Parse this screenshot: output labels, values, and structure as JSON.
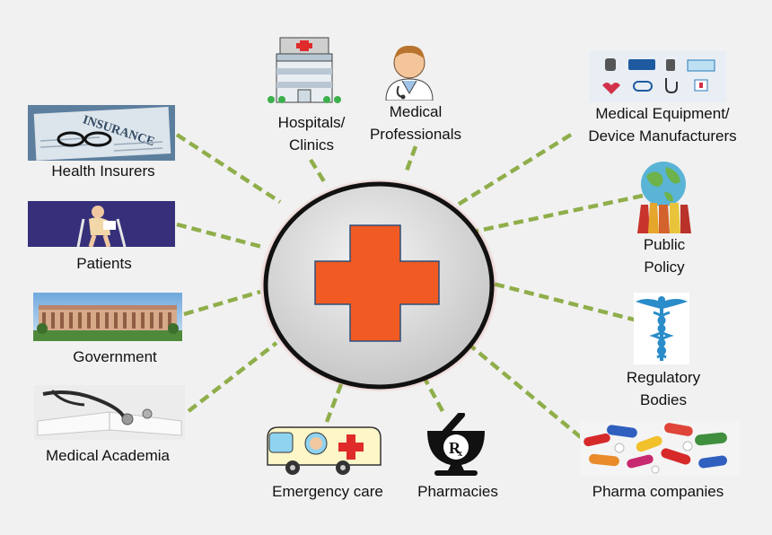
{
  "hub": {
    "icon": "red-cross-icon",
    "cross_color": "#f15a22",
    "ring_color": "#111111",
    "glow_color": "#d9433f"
  },
  "connector_color": "#8fae4a",
  "stakeholders": {
    "hospitals": {
      "line1": "Hospitals/",
      "line2": "Clinics",
      "icon": "hospital-building-icon"
    },
    "medical_professionals": {
      "line1": "Medical",
      "line2": "Professionals",
      "icon": "doctor-icon"
    },
    "device_manufacturers": {
      "line1": "Medical Equipment/",
      "line2": "Device Manufacturers",
      "icon": "medical-devices-icon"
    },
    "health_insurers": {
      "label": "Health Insurers",
      "icon": "insurance-policy-icon"
    },
    "patients": {
      "label": "Patients",
      "icon": "patient-crutches-icon"
    },
    "government": {
      "label": "Government",
      "icon": "parliament-building-icon"
    },
    "medical_academia": {
      "label": "Medical Academia",
      "icon": "stethoscope-book-icon"
    },
    "emergency_care": {
      "label": "Emergency care",
      "icon": "ambulance-icon"
    },
    "pharmacies": {
      "label": "Pharmacies",
      "icon": "rx-mortar-icon"
    },
    "public_policy": {
      "line1": "Public",
      "line2": "Policy",
      "icon": "hands-globe-icon"
    },
    "regulatory_bodies": {
      "line1": "Regulatory",
      "line2": "Bodies",
      "icon": "caduceus-icon"
    },
    "pharma_companies": {
      "label": "Pharma companies",
      "icon": "pills-icon"
    }
  }
}
